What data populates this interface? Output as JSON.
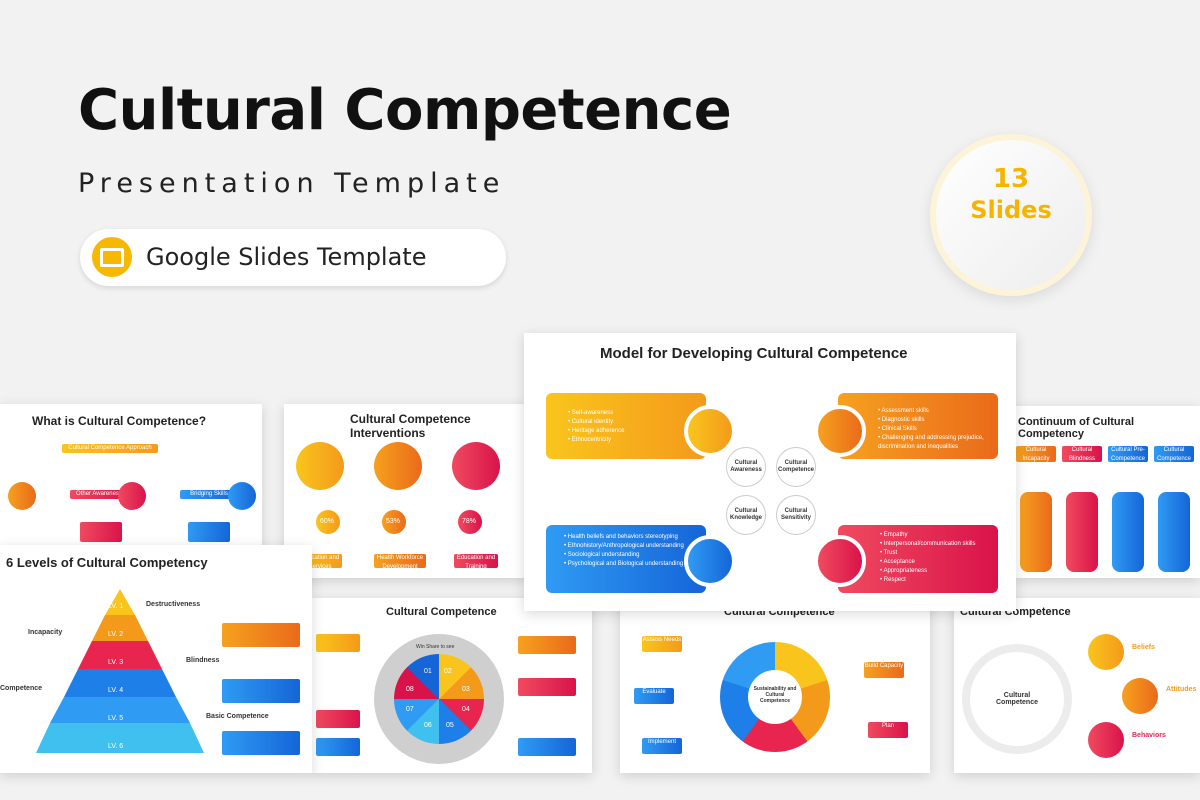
{
  "header": {
    "title": "Cultural Competence",
    "subtitle": "Presentation Template",
    "platform_label": "Google Slides Template"
  },
  "badge": {
    "count": "13",
    "unit": "Slides"
  },
  "colors": {
    "yellow": "#f9c51c",
    "orange": "#f49a1b",
    "red": "#e8254f",
    "blue": "#1e7fe8",
    "badge_text": "#f6b400"
  },
  "slides": {
    "model": {
      "title": "Model for Developing Cultural Competence",
      "nodes": [
        "Cultural Awareness",
        "Cultural Competence",
        "Cultural Knowledge",
        "Cultural Sensitivity"
      ],
      "awareness_items": [
        "Self-awareness",
        "Cultural identity",
        "Heritage adherence",
        "Ethnocentricity"
      ],
      "competence_items": [
        "Assessment skills",
        "Diagnostic skills",
        "Clinical Skills",
        "Challenging and addressing prejudice, discrimination and inequalities"
      ],
      "knowledge_items": [
        "Health beliefs and behaviors stereotyping",
        "Ethnohistory/Anthropological understanding",
        "Sociological understanding",
        "Psychological and Biological understanding"
      ],
      "sensitivity_items": [
        "Empathy",
        "Interpersonal/communication skills",
        "Trust",
        "Acceptance",
        "Appropriateness",
        "Respect"
      ]
    },
    "what_is": {
      "title": "What is Cultural Competence?",
      "root": "Cultural Competence Approach",
      "branches": [
        "Other Awareness",
        "Bridging Skills"
      ]
    },
    "interventions": {
      "title": "Cultural Competence Interventions",
      "percents": [
        "60%",
        "53%",
        "78%"
      ],
      "labels": [
        "Education and Services",
        "Health Workforce Development",
        "Education and Training"
      ]
    },
    "continuum": {
      "title": "Continuum of Cultural Competency",
      "stages": [
        "Cultural Incapacity",
        "Cultural Blindness",
        "Cultural Pre-Competence",
        "Cultural Competence"
      ]
    },
    "levels": {
      "title": "6 Levels of Cultural Competency",
      "levels": [
        "LV. 1",
        "LV. 2",
        "LV. 3",
        "LV. 4",
        "LV. 5",
        "LV. 6"
      ],
      "right_labels": [
        "Destructiveness",
        "Blindness",
        "Basic Competence"
      ],
      "left_labels": [
        "Incapacity",
        "Competence"
      ]
    },
    "wheel": {
      "title": "Cultural Competence",
      "segments": [
        "01",
        "02",
        "03",
        "04",
        "05",
        "06",
        "07",
        "08"
      ],
      "center_label": "Win Share to see"
    },
    "sustain": {
      "title": "Cultural Competence",
      "center": "Sustainability and Cultural Competence",
      "left": [
        "Assess Needs",
        "Evaluate",
        "Implement"
      ],
      "right": [
        "Build Capacity",
        "Plan"
      ]
    },
    "beliefs": {
      "title": "Cultural Competence",
      "center": "Cultural Competence",
      "items": [
        "Beliefs",
        "Attitudes",
        "Behaviors"
      ]
    }
  }
}
